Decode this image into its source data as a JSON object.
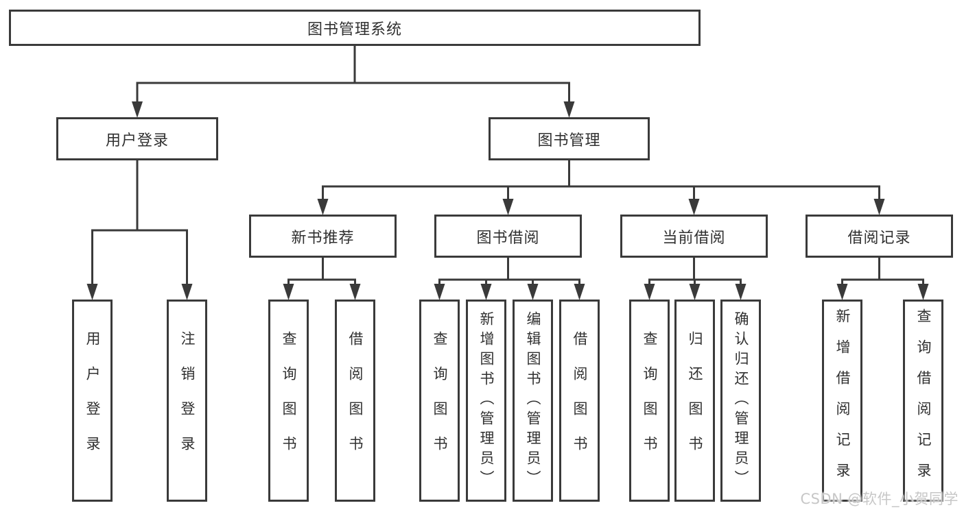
{
  "tree": {
    "label": "图书管理系统",
    "children": [
      {
        "label": "用户登录",
        "children": [
          {
            "label": "用户登录"
          },
          {
            "label": "注销登录"
          }
        ]
      },
      {
        "label": "图书管理",
        "children": [
          {
            "label": "新书推荐",
            "children": [
              {
                "label": "查询图书"
              },
              {
                "label": "借阅图书"
              }
            ]
          },
          {
            "label": "图书借阅",
            "children": [
              {
                "label": "查询图书"
              },
              {
                "label": "新增图书（管理员）"
              },
              {
                "label": "编辑图书（管理员）"
              },
              {
                "label": "借阅图书"
              }
            ]
          },
          {
            "label": "当前借阅",
            "children": [
              {
                "label": "查询图书"
              },
              {
                "label": "归还图书"
              },
              {
                "label": "确认归还（管理员）"
              }
            ]
          },
          {
            "label": "借阅记录",
            "children": [
              {
                "label": "新增借阅记录"
              },
              {
                "label": "查询借阅记录"
              }
            ]
          }
        ]
      }
    ]
  },
  "watermark": "CSDN @软件_小贺同学",
  "colors": {
    "line": "#3a3a3a",
    "node_border": "#3a3a3a",
    "node_text": "#303030",
    "watermark": "#c7c7c7",
    "background": "#ffffff"
  }
}
